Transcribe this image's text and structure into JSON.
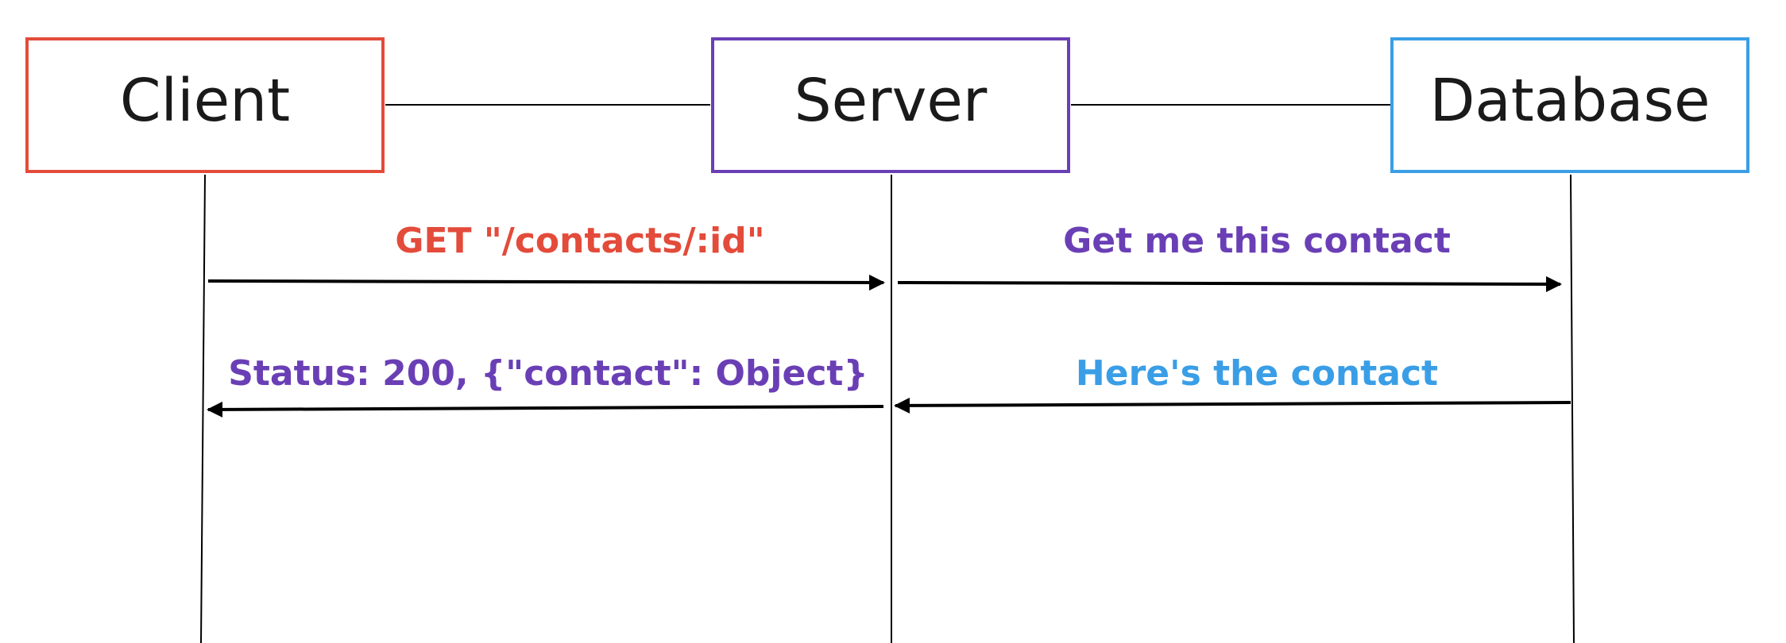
{
  "participants": {
    "client": {
      "label": "Client",
      "color": "#e34b3a"
    },
    "server": {
      "label": "Server",
      "color": "#6a3fb5"
    },
    "database": {
      "label": "Database",
      "color": "#3a9ee6"
    }
  },
  "messages": [
    {
      "label": "GET \"/contacts/:id\"",
      "from": "client",
      "to": "server",
      "color": "#e34b3a"
    },
    {
      "label": "Get me this contact",
      "from": "server",
      "to": "database",
      "color": "#6a3fb5"
    },
    {
      "label": "Status: 200, {\"contact\": Object}",
      "from": "server",
      "to": "client",
      "color": "#6a3fb5"
    },
    {
      "label": "Here's the contact",
      "from": "database",
      "to": "server",
      "color": "#3a9ee6"
    }
  ],
  "colors": {
    "line": "#000000",
    "text": "#1a1a1a"
  }
}
